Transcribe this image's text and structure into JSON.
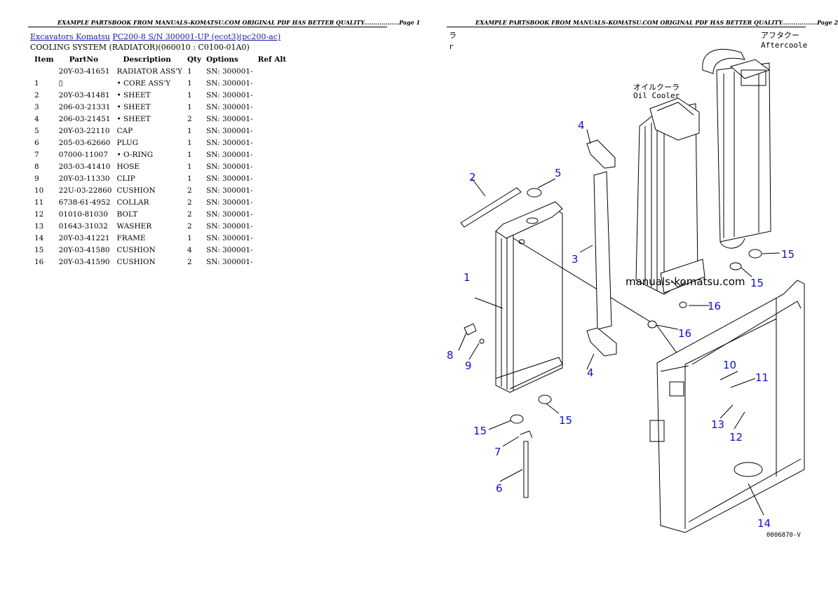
{
  "header": {
    "page1": "EXAMPLE PARTSBOOK FROM MANUALS-KOMATSU.COM ORIGINAL PDF HAS BETTER QUALITY..................Page 1",
    "page2": "EXAMPLE PARTSBOOK FROM MANUALS-KOMATSU.COM ORIGINAL PDF HAS BETTER QUALITY..................Page 2"
  },
  "breadcrumb": {
    "link1": "Excavators Komatsu",
    "link2": "PC200-8 S/N  300001-UP (ecot3)(pc200-ac)"
  },
  "section_title": "COOLING SYSTEM (RADIATOR)(060010 : C0100-01A0)",
  "table": {
    "headers": [
      "Item",
      "PartNo",
      "Description",
      "Qty",
      "Options",
      "Ref Alt"
    ],
    "rows": [
      {
        "item": "",
        "partno": "20Y-03-41651",
        "desc": "RADIATOR ASS'Y",
        "qty": "1",
        "options": "SN: 300001-",
        "ref": ""
      },
      {
        "item": "1",
        "partno": "▯",
        "desc": "• CORE ASS'Y",
        "qty": "1",
        "options": "SN: 300001-",
        "ref": ""
      },
      {
        "item": "2",
        "partno": "20Y-03-41481",
        "desc": "• SHEET",
        "qty": "1",
        "options": "SN: 300001-",
        "ref": ""
      },
      {
        "item": "3",
        "partno": "206-03-21331",
        "desc": "• SHEET",
        "qty": "1",
        "options": "SN: 300001-",
        "ref": ""
      },
      {
        "item": "4",
        "partno": "206-03-21451",
        "desc": "• SHEET",
        "qty": "2",
        "options": "SN: 300001-",
        "ref": ""
      },
      {
        "item": "5",
        "partno": "20Y-03-22110",
        "desc": "CAP",
        "qty": "1",
        "options": "SN: 300001-",
        "ref": ""
      },
      {
        "item": "6",
        "partno": "205-03-62660",
        "desc": "PLUG",
        "qty": "1",
        "options": "SN: 300001-",
        "ref": ""
      },
      {
        "item": "7",
        "partno": "07000-11007",
        "desc": "• O-RING",
        "qty": "1",
        "options": "SN: 300001-",
        "ref": ""
      },
      {
        "item": "8",
        "partno": "203-03-41410",
        "desc": "HOSE",
        "qty": "1",
        "options": "SN: 300001-",
        "ref": ""
      },
      {
        "item": "9",
        "partno": "20Y-03-11330",
        "desc": "CLIP",
        "qty": "1",
        "options": "SN: 300001-",
        "ref": ""
      },
      {
        "item": "10",
        "partno": "22U-03-22860",
        "desc": "CUSHION",
        "qty": "2",
        "options": "SN: 300001-",
        "ref": ""
      },
      {
        "item": "11",
        "partno": "6738-61-4952",
        "desc": "COLLAR",
        "qty": "2",
        "options": "SN: 300001-",
        "ref": ""
      },
      {
        "item": "12",
        "partno": "01010-81030",
        "desc": "BOLT",
        "qty": "2",
        "options": "SN: 300001-",
        "ref": ""
      },
      {
        "item": "13",
        "partno": "01643-31032",
        "desc": "WASHER",
        "qty": "2",
        "options": "SN: 300001-",
        "ref": ""
      },
      {
        "item": "14",
        "partno": "20Y-03-41221",
        "desc": "FRAME",
        "qty": "1",
        "options": "SN: 300001-",
        "ref": ""
      },
      {
        "item": "15",
        "partno": "20Y-03-41580",
        "desc": "CUSHION",
        "qty": "4",
        "options": "SN: 300001-",
        "ref": ""
      },
      {
        "item": "16",
        "partno": "20Y-03-41590",
        "desc": "CUSHION",
        "qty": "2",
        "options": "SN: 300001-",
        "ref": ""
      }
    ]
  },
  "diagram": {
    "label_aftercooler_jp": "アフタクー",
    "label_aftercooler_en": "Aftercoole",
    "label_oilcooler_jp": "オイルクーラ",
    "label_oilcooler_en": "Oil Cooler",
    "watermark": "manuals-komatsu.com",
    "drawing_code": "0006870-V",
    "edge_mark_1": "ラ",
    "edge_mark_2": "r",
    "callouts": [
      "1",
      "2",
      "3",
      "4",
      "4",
      "5",
      "6",
      "7",
      "8",
      "9",
      "10",
      "11",
      "12",
      "13",
      "14",
      "15",
      "15",
      "15",
      "15",
      "16",
      "16"
    ],
    "callout_color": "#1010c8"
  }
}
